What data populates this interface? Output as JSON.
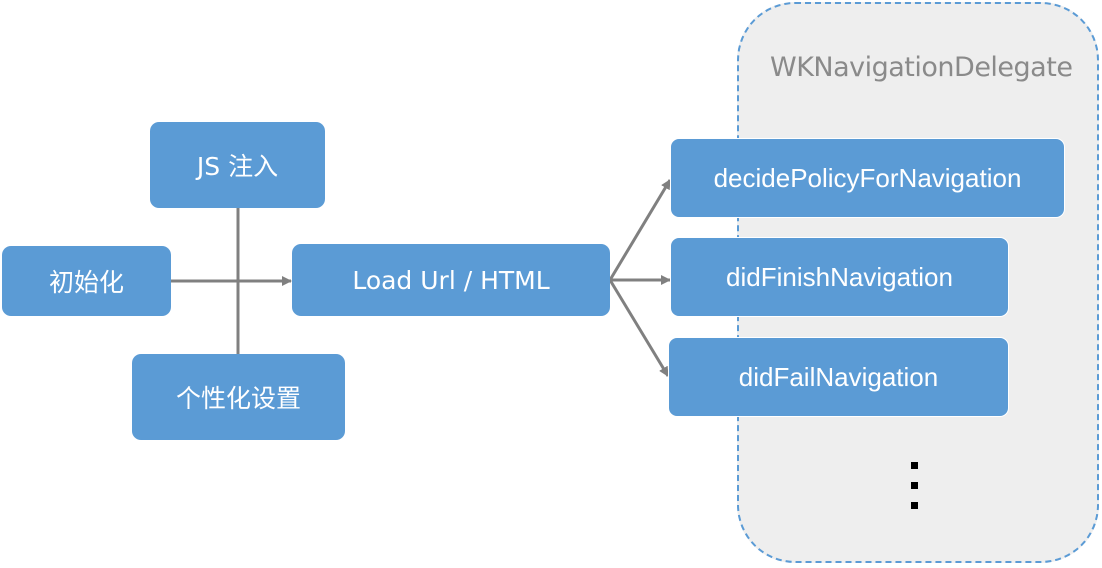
{
  "delegate_group": {
    "title": "WKNavigationDelegate"
  },
  "nodes": {
    "js_inject": "JS 注入",
    "init": "初始化",
    "personalize": "个性化设置",
    "load": "Load Url / HTML",
    "decide_policy": "decidePolicyForNavigation",
    "did_finish": "didFinishNavigation",
    "did_fail": "didFailNavigation"
  },
  "colors": {
    "node_fill": "#5b9bd5",
    "node_text": "#ffffff",
    "connector": "#808080",
    "group_fill": "#eeeeee",
    "group_border": "#5b9bd5",
    "group_title": "#8a8a8a"
  },
  "more_indicator": "ellipsis-vertical"
}
